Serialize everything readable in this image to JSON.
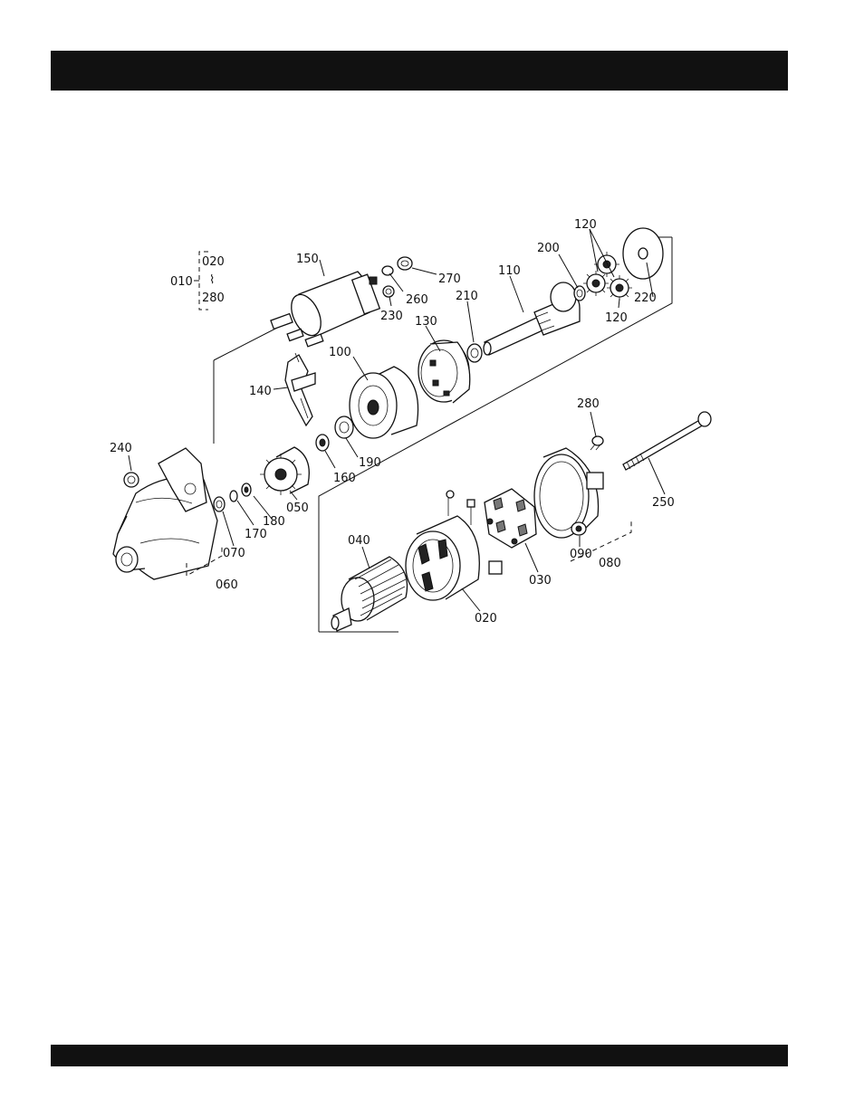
{
  "header_bar": {
    "color": "#111111"
  },
  "footer_bar": {
    "color": "#111111"
  },
  "diagram": {
    "callouts": {
      "p010": "010",
      "p020a": "020",
      "tilde": "⌇",
      "p280a": "280",
      "p150": "150",
      "p270": "270",
      "p260": "260",
      "p230": "230",
      "p130": "130",
      "p210": "210",
      "p110": "110",
      "p200": "200",
      "p120a": "120",
      "p120b": "120",
      "p220": "220",
      "p100": "100",
      "p140": "140",
      "p240": "240",
      "p190": "190",
      "p160": "160",
      "p050": "050",
      "p180": "180",
      "p170": "170",
      "p070": "070",
      "p060": "060",
      "p280b": "280",
      "p250": "250",
      "p040": "040",
      "p020b": "020",
      "p030": "030",
      "p090": "090",
      "p080": "080"
    }
  }
}
